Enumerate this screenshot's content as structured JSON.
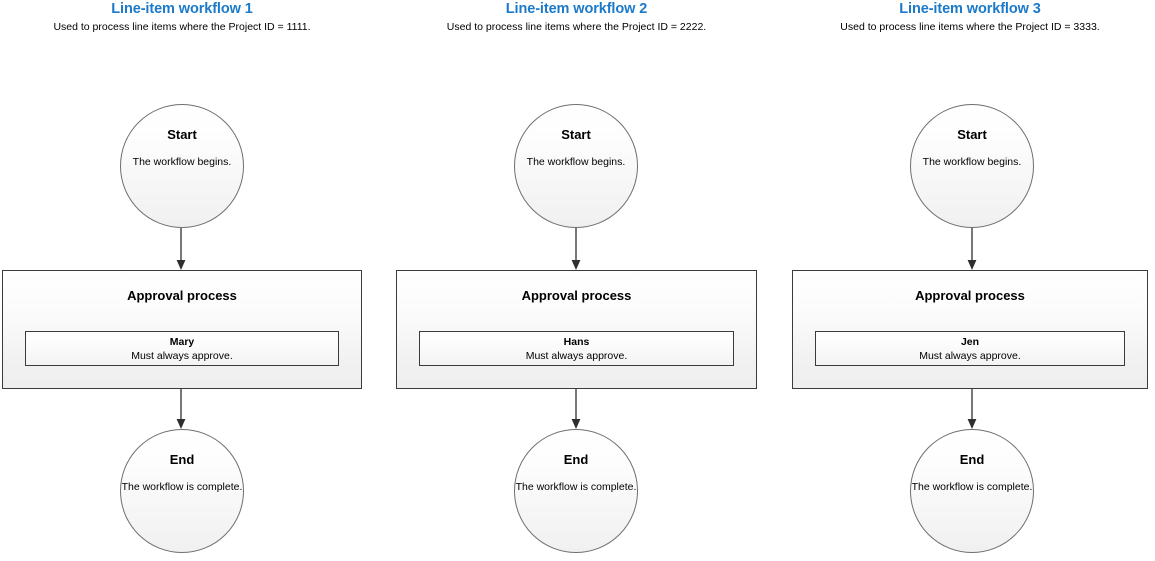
{
  "page": {
    "background": "#ffffff",
    "title_color": "#1b7ac9",
    "text_color": "#000000",
    "shape_border_color": "#3b3b3b",
    "circle_border_color": "#6f6f6f"
  },
  "workflows": [
    {
      "title": "Line-item workflow 1",
      "subtitle": "Used to process line items where the Project ID = 1111.",
      "start": {
        "label": "Start",
        "description": "The workflow begins."
      },
      "process": {
        "label": "Approval process",
        "approver": {
          "name": "Mary",
          "rule": "Must always approve."
        }
      },
      "end": {
        "label": "End",
        "description": "The workflow is complete."
      }
    },
    {
      "title": "Line-item workflow 2",
      "subtitle": "Used to process line items where the Project ID = 2222.",
      "start": {
        "label": "Start",
        "description": "The workflow begins."
      },
      "process": {
        "label": "Approval process",
        "approver": {
          "name": "Hans",
          "rule": "Must always approve."
        }
      },
      "end": {
        "label": "End",
        "description": "The workflow is complete."
      }
    },
    {
      "title": "Line-item workflow 3",
      "subtitle": "Used to process line items where the Project ID = 3333.",
      "start": {
        "label": "Start",
        "description": "The workflow begins."
      },
      "process": {
        "label": "Approval process",
        "approver": {
          "name": "Jen",
          "rule": "Must always approve."
        }
      },
      "end": {
        "label": "End",
        "description": "The workflow is complete."
      }
    }
  ]
}
